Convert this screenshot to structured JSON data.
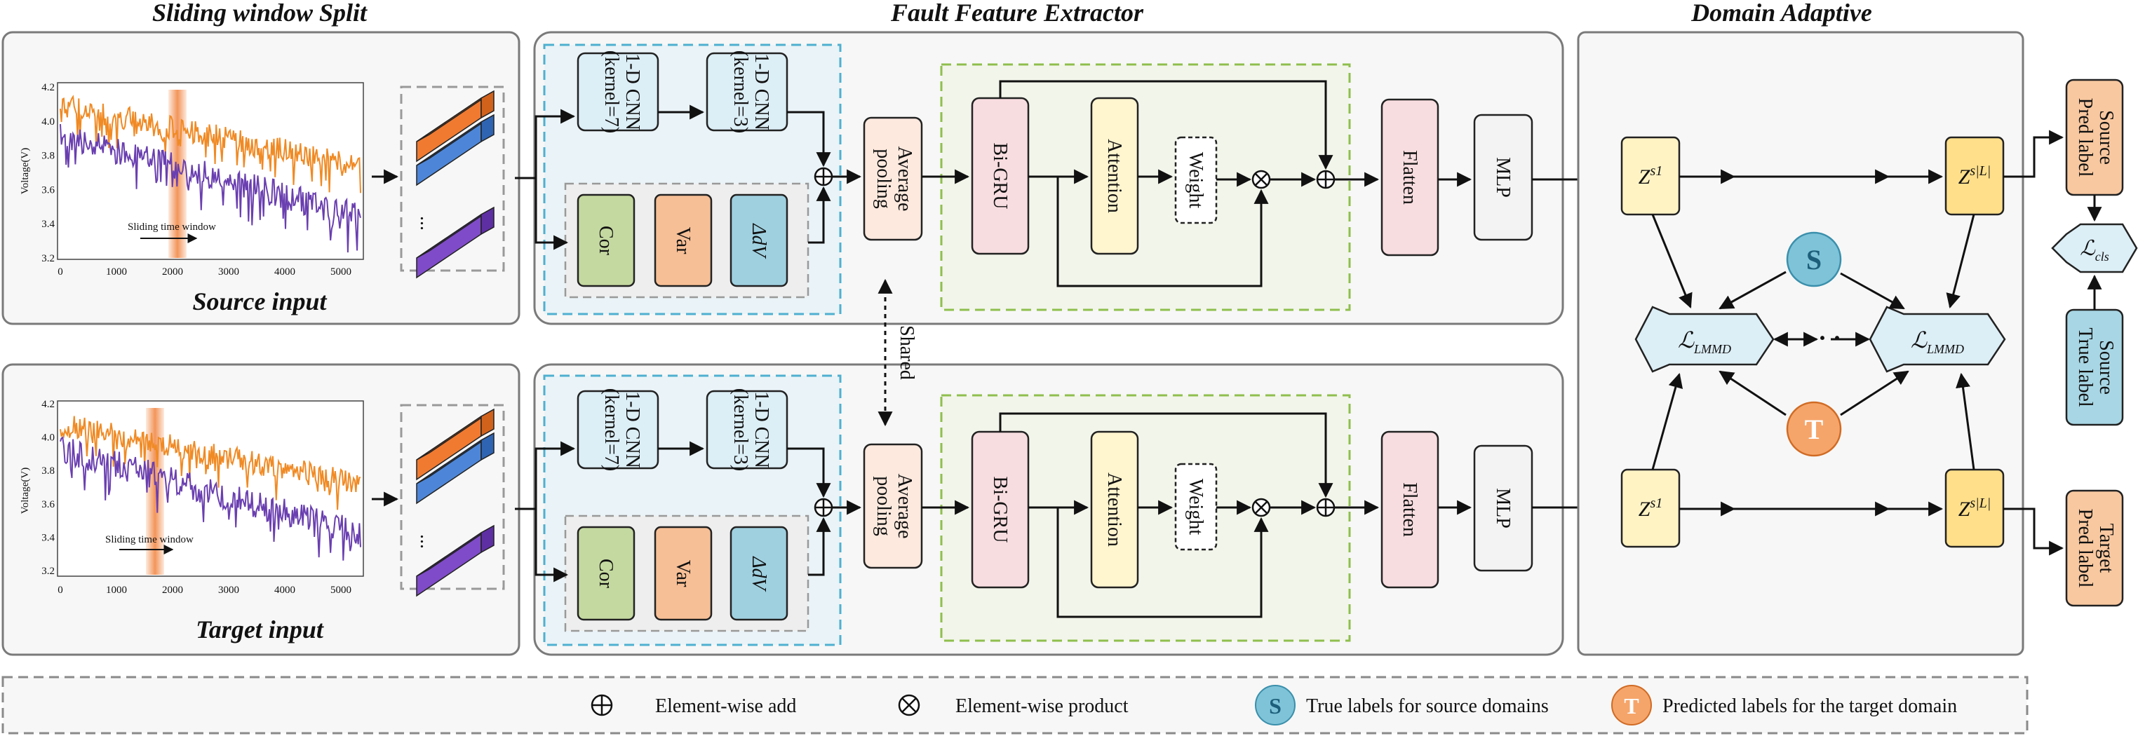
{
  "sections": {
    "split": "Sliding window Split",
    "extractor": "Fault Feature Extractor",
    "adaptive": "Domain Adaptive"
  },
  "inputs": {
    "source": "Source input",
    "target": "Target input"
  },
  "plot": {
    "ylabel": "Voltage(V)",
    "window_label": "Sliding time window",
    "yticks": [
      "4.2",
      "4.0",
      "3.8",
      "3.6",
      "3.4",
      "3.2"
    ],
    "xticks": [
      "0",
      "1000",
      "2000",
      "3000",
      "4000",
      "5000"
    ]
  },
  "blocks": {
    "cnn7": [
      "1-D CNN",
      "(kernel=7)"
    ],
    "cnn3": [
      "1-D CNN",
      "(kernel=3)"
    ],
    "cor": "Cor",
    "var": "Var",
    "dv": "ΔdV",
    "pool": [
      "Average",
      "pooling"
    ],
    "bigru": "Bi-GRU",
    "attention": "Attention",
    "weight": "Weight",
    "flatten": "Flatten",
    "mlp": "MLP",
    "shared": "Shared"
  },
  "domain": {
    "z_first": "Z",
    "z_first_sup": "s1",
    "z_last": "Z",
    "z_last_sup": "s|L|",
    "lmmd": "ℒ",
    "lmmd_sub": "LMMD",
    "cls": "ℒ",
    "cls_sub": "cls",
    "s_circle": "S",
    "t_circle": "T",
    "dots": "· · ·",
    "source_pred": [
      "Source",
      "Pred label"
    ],
    "source_true": [
      "Source",
      "True label"
    ],
    "target_pred": [
      "Target",
      "Pred label"
    ]
  },
  "legend": {
    "add": "Element-wise add",
    "product": "Element-wise product",
    "s_desc": "True labels for source domains",
    "t_desc": "Predicted labels for the target domain",
    "s": "S",
    "t": "T"
  },
  "colors": {
    "orange_series": "#f08a24",
    "purple_series": "#6a3fb0",
    "cnn": "#dceef6",
    "cor": "#c4d9a0",
    "var": "#f7bf96",
    "dv": "#9fd0e0",
    "pool": "#fde9de",
    "bigru": "#f8dde0",
    "attention": "#fff5cf",
    "flatten": "#f8dde0",
    "mlp": "#f3f3f3",
    "z": "#fff3c4",
    "z_last": "#ffdf8a",
    "pred": "#f8c8a0",
    "true": "#a8d6e4",
    "lmmd": "#dceef6",
    "s_circle": "#7ec3d8",
    "t_circle": "#f6a56a"
  }
}
